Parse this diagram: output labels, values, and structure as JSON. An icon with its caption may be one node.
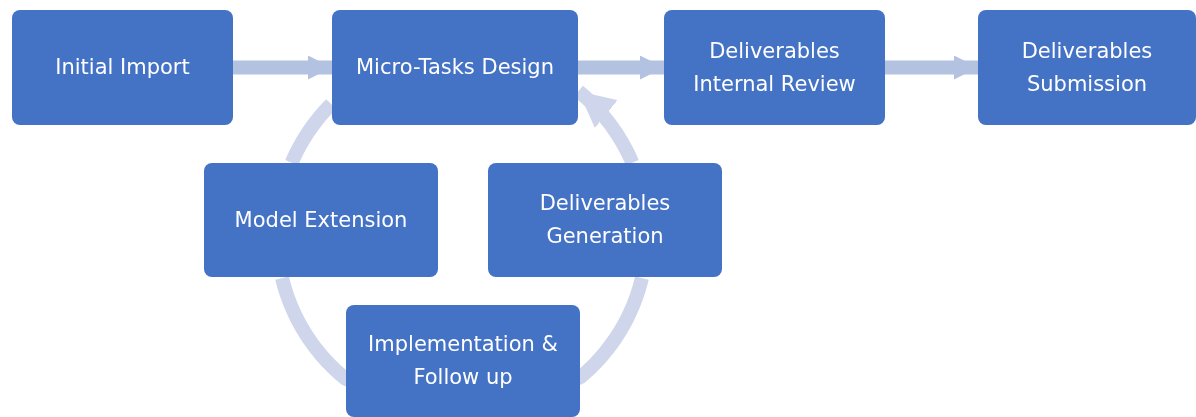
{
  "diagram": {
    "nodes": [
      {
        "text": [
          "Initial Import"
        ]
      },
      {
        "text": [
          "Micro-Tasks Design"
        ]
      },
      {
        "text": [
          "Deliverables Internal Review"
        ]
      },
      {
        "text": [
          "Deliverables Submission"
        ]
      },
      {
        "text": [
          "Model Extension"
        ]
      },
      {
        "text": [
          "Deliverables Generation"
        ]
      },
      {
        "text": [
          "Implementation & Follow up"
        ]
      }
    ],
    "edges": [
      {
        "from": 0,
        "to": 1,
        "arrow": "to",
        "color": "#b4c2e2"
      },
      {
        "from": 1,
        "to": 2,
        "arrow": "to",
        "color": "#b4c2e2"
      },
      {
        "from": 2,
        "to": 3,
        "arrow": "to",
        "color": "#b4c2e2"
      },
      {
        "from": 1,
        "to": 4,
        "arrow": "none"
      },
      {
        "from": 4,
        "to": 6,
        "arrow": "none"
      },
      {
        "from": 6,
        "to": 5,
        "arrow": "none"
      },
      {
        "from": 5,
        "to": 1,
        "arrow": "to"
      }
    ]
  }
}
